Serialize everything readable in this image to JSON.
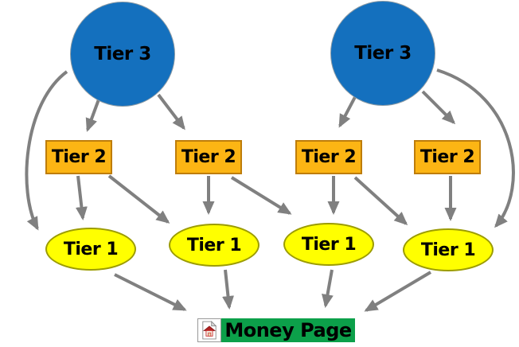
{
  "diagram_title": "tiered-link-pyramid",
  "nodes": {
    "tier3": [
      "Tier 3",
      "Tier 3"
    ],
    "tier2": [
      "Tier 2",
      "Tier 2",
      "Tier 2",
      "Tier 2"
    ],
    "tier1": [
      "Tier 1",
      "Tier 1",
      "Tier 1",
      "Tier 1"
    ],
    "money_page": "Money Page"
  },
  "icons": {
    "money_page_icon": "home-page-document-icon"
  },
  "colors": {
    "tier3_fill": "#1470BE",
    "tier2_fill": "#FCB514",
    "tier2_border": "#BE7D0B",
    "tier1_fill": "#FFFF00",
    "tier1_border": "#9C9C00",
    "money_fill": "#0CA04A",
    "arrow": "#808080",
    "text": "#000000",
    "background": "#FFFFFF"
  },
  "edges": [
    {
      "from": "tier3-1",
      "to": "tier2-1",
      "style": "straight"
    },
    {
      "from": "tier3-1",
      "to": "tier2-2",
      "style": "straight"
    },
    {
      "from": "tier3-1",
      "to": "tier1-1",
      "style": "curved-left"
    },
    {
      "from": "tier3-2",
      "to": "tier2-3",
      "style": "straight"
    },
    {
      "from": "tier3-2",
      "to": "tier2-4",
      "style": "straight"
    },
    {
      "from": "tier3-2",
      "to": "tier1-4",
      "style": "curved-right"
    },
    {
      "from": "tier2-1",
      "to": "tier1-1",
      "style": "straight"
    },
    {
      "from": "tier2-1",
      "to": "tier1-2",
      "style": "straight"
    },
    {
      "from": "tier2-2",
      "to": "tier1-2",
      "style": "straight"
    },
    {
      "from": "tier2-2",
      "to": "tier1-3",
      "style": "straight"
    },
    {
      "from": "tier2-3",
      "to": "tier1-3",
      "style": "straight"
    },
    {
      "from": "tier2-3",
      "to": "tier1-4",
      "style": "straight"
    },
    {
      "from": "tier2-4",
      "to": "tier1-4",
      "style": "straight"
    },
    {
      "from": "tier1-1",
      "to": "money-page",
      "style": "straight"
    },
    {
      "from": "tier1-2",
      "to": "money-page",
      "style": "straight"
    },
    {
      "from": "tier1-3",
      "to": "money-page",
      "style": "straight"
    },
    {
      "from": "tier1-4",
      "to": "money-page",
      "style": "straight"
    }
  ]
}
